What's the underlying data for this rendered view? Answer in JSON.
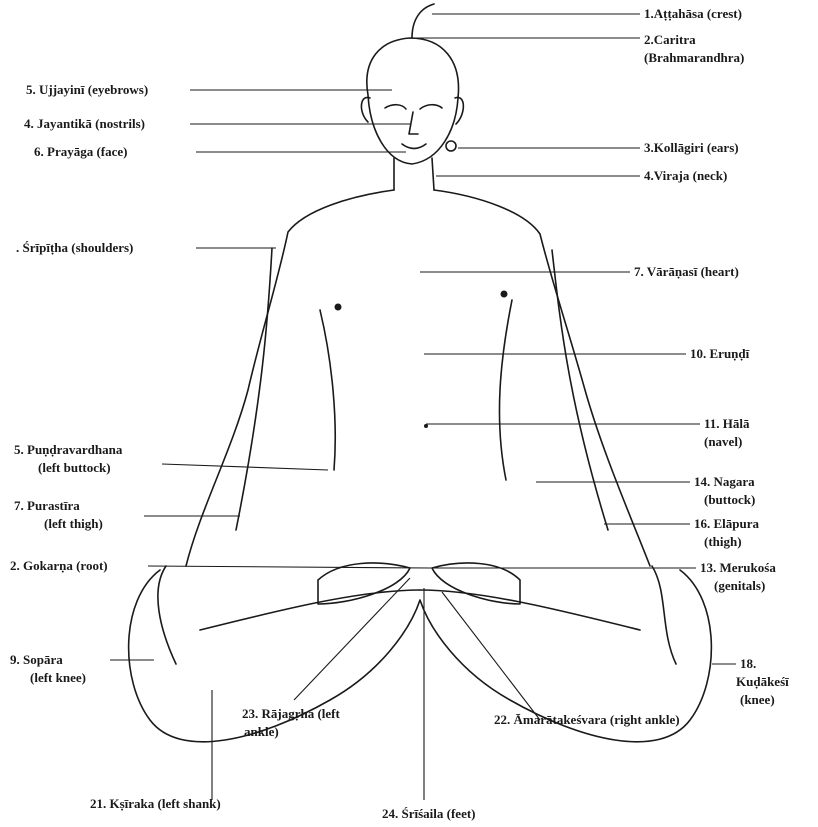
{
  "diagram": {
    "labels": {
      "l01": "1.Aṭṭahāsa (crest)",
      "l02a": "2.Caritra",
      "l02b": "(Brahmarandhra)",
      "l03": "3.Kollāgiri (ears)",
      "l04r": "4.Viraja (neck)",
      "l05": "5. Ujjayinī (eyebrows)",
      "l04l": "4. Jayantikā (nostrils)",
      "l06": "6. Prayāga (face)",
      "l_sh": ". Śrīpīṭha (shoulders)",
      "l07": "7. Vārāṇasī (heart)",
      "l10": "10. Eruṇḍī",
      "l11a": "11. Hālā",
      "l11b": "(navel)",
      "l05ba": "5. Puṇḍravardhana",
      "l05bb": "(left buttock)",
      "l14a": "14. Nagara",
      "l14b": "(buttock)",
      "l07ta": "7. Purastīra",
      "l07tb": "(left thigh)",
      "l16a": "16. Elāpura",
      "l16b": "(thigh)",
      "l02g": "2. Gokarṇa (root)",
      "l13a": "13. Merukośa",
      "l13b": "(genitals)",
      "l09a": "9. Sopāra",
      "l09b": "(left knee)",
      "l18a": "18.",
      "l18b": "Kuḍākeśī",
      "l18c": "(knee)",
      "l23a": "23. Rājagṛha (left",
      "l23b": "ankle)",
      "l22": "22. Āmarātakeśvara (right ankle)",
      "l21": "21. Kṣīraka (left shank)",
      "l24": "24. Śrīśaila (feet)"
    }
  }
}
